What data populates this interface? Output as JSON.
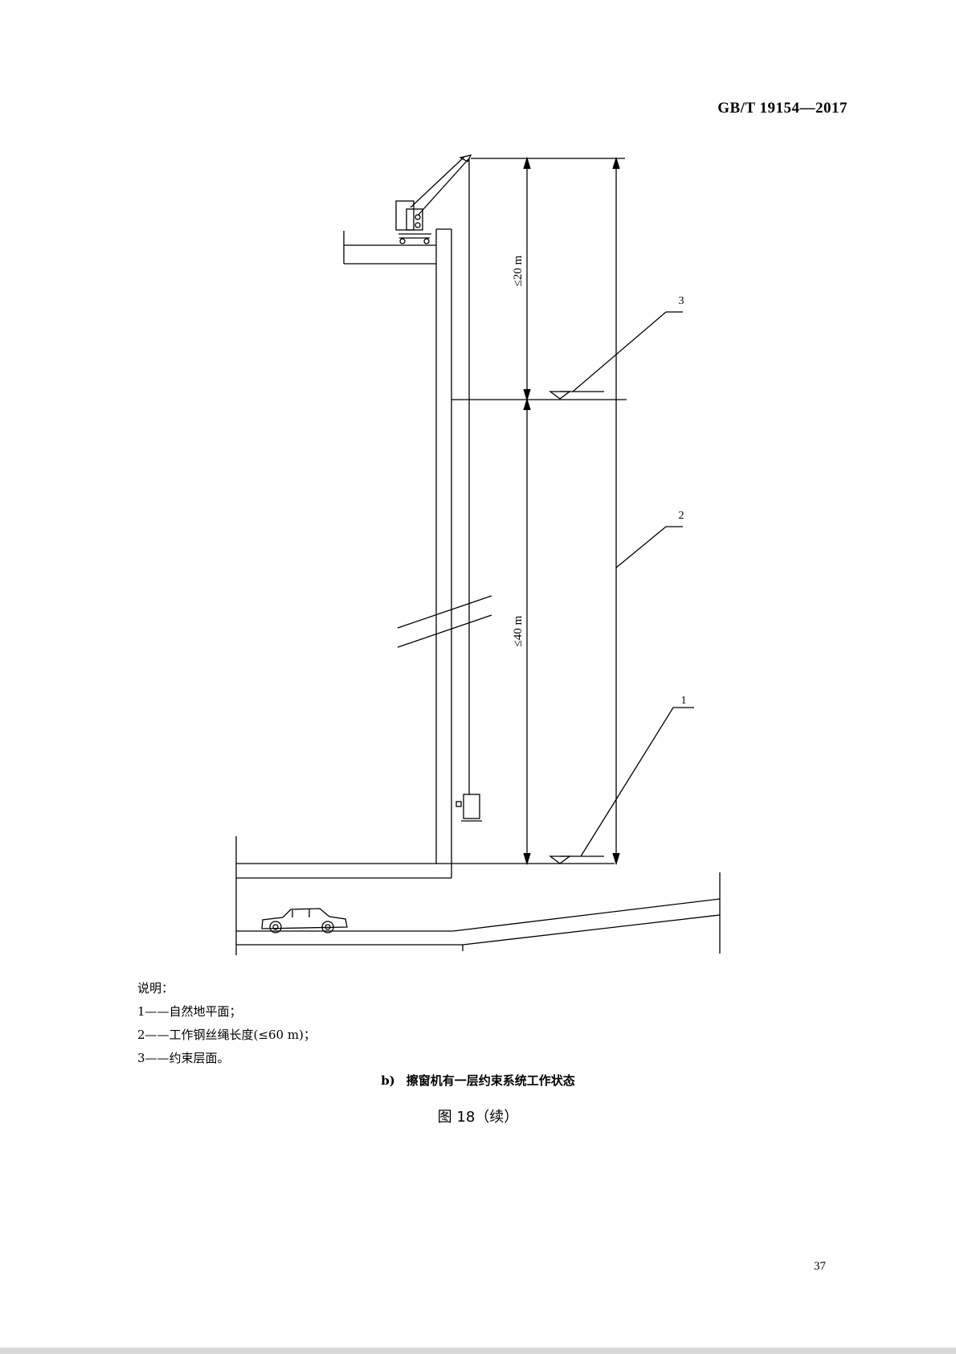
{
  "header": {
    "standard_code": "GB/T 19154—2017"
  },
  "drawing": {
    "dim_upper": "≤20 m",
    "dim_lower": "≤40 m",
    "callouts": {
      "c1": "1",
      "c2": "2",
      "c3": "3"
    }
  },
  "legend": {
    "title": "说明：",
    "items": [
      "1——自然地平面；",
      "2——工作钢丝绳长度(≤60 m)；",
      "3——约束层面。"
    ]
  },
  "caption": {
    "tag": "b)",
    "text": "擦窗机有一层约束系统工作状态"
  },
  "figure_title": "图 18（续）",
  "page_number": "37"
}
